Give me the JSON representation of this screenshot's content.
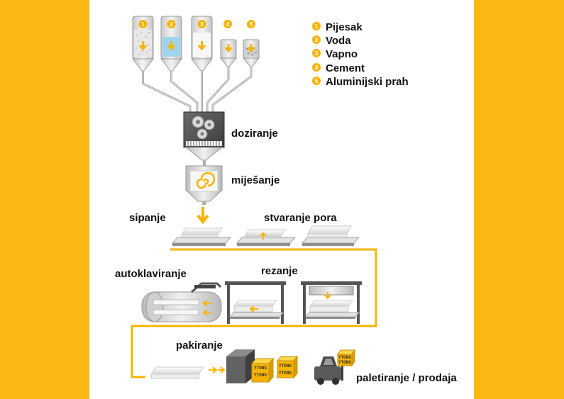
{
  "colors": {
    "side_panel": "#fdb913",
    "accent": "#f5b400",
    "machine_dark": "#4d4d4d",
    "silo": "#e2e2e2"
  },
  "silos": [
    {
      "number": "1",
      "contents": "sand"
    },
    {
      "number": "2",
      "contents": "water"
    },
    {
      "number": "3",
      "contents": "lime"
    },
    {
      "number": "4",
      "contents": "cement"
    },
    {
      "number": "5",
      "contents": "aluminium-powder"
    }
  ],
  "legend": [
    {
      "number": "1",
      "label": "Pijesak"
    },
    {
      "number": "2",
      "label": "Voda"
    },
    {
      "number": "3",
      "label": "Vapno"
    },
    {
      "number": "4",
      "label": "Cement"
    },
    {
      "number": "5",
      "label": "Aluminijski prah"
    }
  ],
  "steps": {
    "dosing": "doziranje",
    "mixing": "miješanje",
    "pouring": "sipanje",
    "pore_forming": "stvaranje pora",
    "autoclaving": "autoklaviranje",
    "cutting": "rezanje",
    "packing": "pakiranje",
    "palletizing": "paletiranje / prodaja"
  },
  "box_brand": "YTONG",
  "icons": [
    "gear-icon",
    "spiral-icon",
    "arrow-down-icon",
    "arrow-left-icon",
    "arrow-right-icon",
    "truck-icon"
  ]
}
